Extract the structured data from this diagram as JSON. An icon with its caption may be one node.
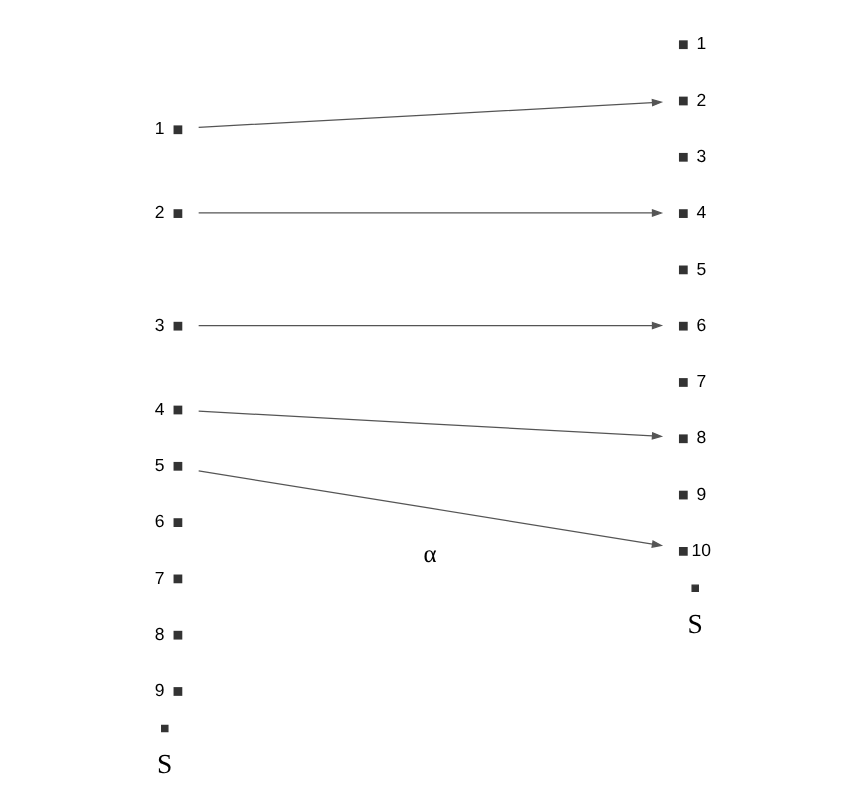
{
  "diagram": {
    "nodes": [
      {
        "text": [],
        "shape": "cross",
        "beside": [
          "1"
        ]
      },
      {
        "text": [],
        "shape": "cross",
        "beside": [
          "2"
        ]
      },
      {
        "text": [],
        "shape": "cross",
        "beside": [
          "3"
        ]
      },
      {
        "text": [],
        "shape": "cross",
        "beside": [
          "4"
        ]
      },
      {
        "text": [],
        "shape": "cross",
        "beside": [
          "5"
        ]
      },
      {
        "text": [],
        "shape": "cross",
        "beside": [
          "6"
        ]
      },
      {
        "text": [],
        "shape": "cross",
        "beside": [
          "7"
        ]
      },
      {
        "text": [],
        "shape": "cross",
        "beside": [
          "8"
        ]
      },
      {
        "text": [],
        "shape": "cross",
        "beside": [
          "9"
        ]
      },
      {
        "text": [],
        "shape": "cross"
      },
      {
        "text": [],
        "shape": "cross",
        "beside": [
          "1"
        ]
      },
      {
        "text": [],
        "shape": "cross",
        "beside": [
          "2"
        ]
      },
      {
        "text": [],
        "shape": "cross",
        "beside": [
          "3"
        ]
      },
      {
        "text": [],
        "shape": "cross",
        "beside": [
          "4"
        ]
      },
      {
        "text": [],
        "shape": "cross",
        "beside": [
          "5"
        ]
      },
      {
        "text": [],
        "shape": "cross",
        "beside": [
          "6"
        ]
      },
      {
        "text": [],
        "shape": "cross",
        "beside": [
          "7"
        ]
      },
      {
        "text": [],
        "shape": "cross",
        "beside": [
          "8"
        ]
      },
      {
        "text": [],
        "shape": "cross",
        "beside": [
          "9"
        ]
      },
      {
        "text": [],
        "shape": "cross",
        "beside": [
          "10"
        ]
      },
      {
        "text": [],
        "shape": "cross"
      }
    ],
    "edges": [
      {
        "from": 0,
        "to": 11,
        "arrow": "to"
      },
      {
        "from": 1,
        "to": 13,
        "arrow": "to"
      },
      {
        "from": 2,
        "to": 15,
        "arrow": "to"
      },
      {
        "from": 3,
        "to": 17,
        "arrow": "to"
      },
      {
        "from": 4,
        "to": 19,
        "arrow": "to"
      }
    ],
    "labels": [
      "S",
      "α",
      "S"
    ]
  }
}
